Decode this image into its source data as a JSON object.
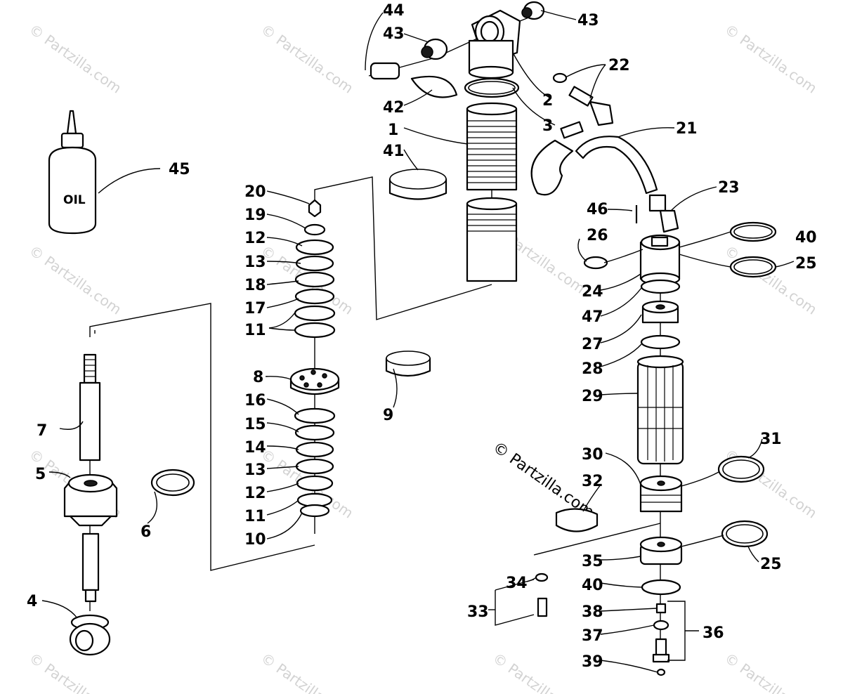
{
  "watermark": "© Partzilla.com",
  "oil_label": "OIL",
  "callouts": {
    "c1": "1",
    "c2": "2",
    "c3": "3",
    "c4": "4",
    "c5": "5",
    "c6": "6",
    "c7": "7",
    "c8": "8",
    "c9": "9",
    "c10": "10",
    "c11a": "11",
    "c11b": "11",
    "c12a": "12",
    "c12b": "12",
    "c13a": "13",
    "c13b": "13",
    "c14": "14",
    "c15": "15",
    "c16": "16",
    "c17": "17",
    "c18": "18",
    "c19": "19",
    "c20": "20",
    "c21": "21",
    "c22": "22",
    "c23": "23",
    "c24": "24",
    "c25a": "25",
    "c25b": "25",
    "c26": "26",
    "c27": "27",
    "c28": "28",
    "c29": "29",
    "c30": "30",
    "c31": "31",
    "c32": "32",
    "c33": "33",
    "c34": "34",
    "c35": "35",
    "c36": "36",
    "c37": "37",
    "c38": "38",
    "c39": "39",
    "c40a": "40",
    "c40b": "40",
    "c41": "41",
    "c42": "42",
    "c43a": "43",
    "c43b": "43",
    "c44": "44",
    "c45": "45",
    "c46": "46",
    "c47": "47"
  }
}
